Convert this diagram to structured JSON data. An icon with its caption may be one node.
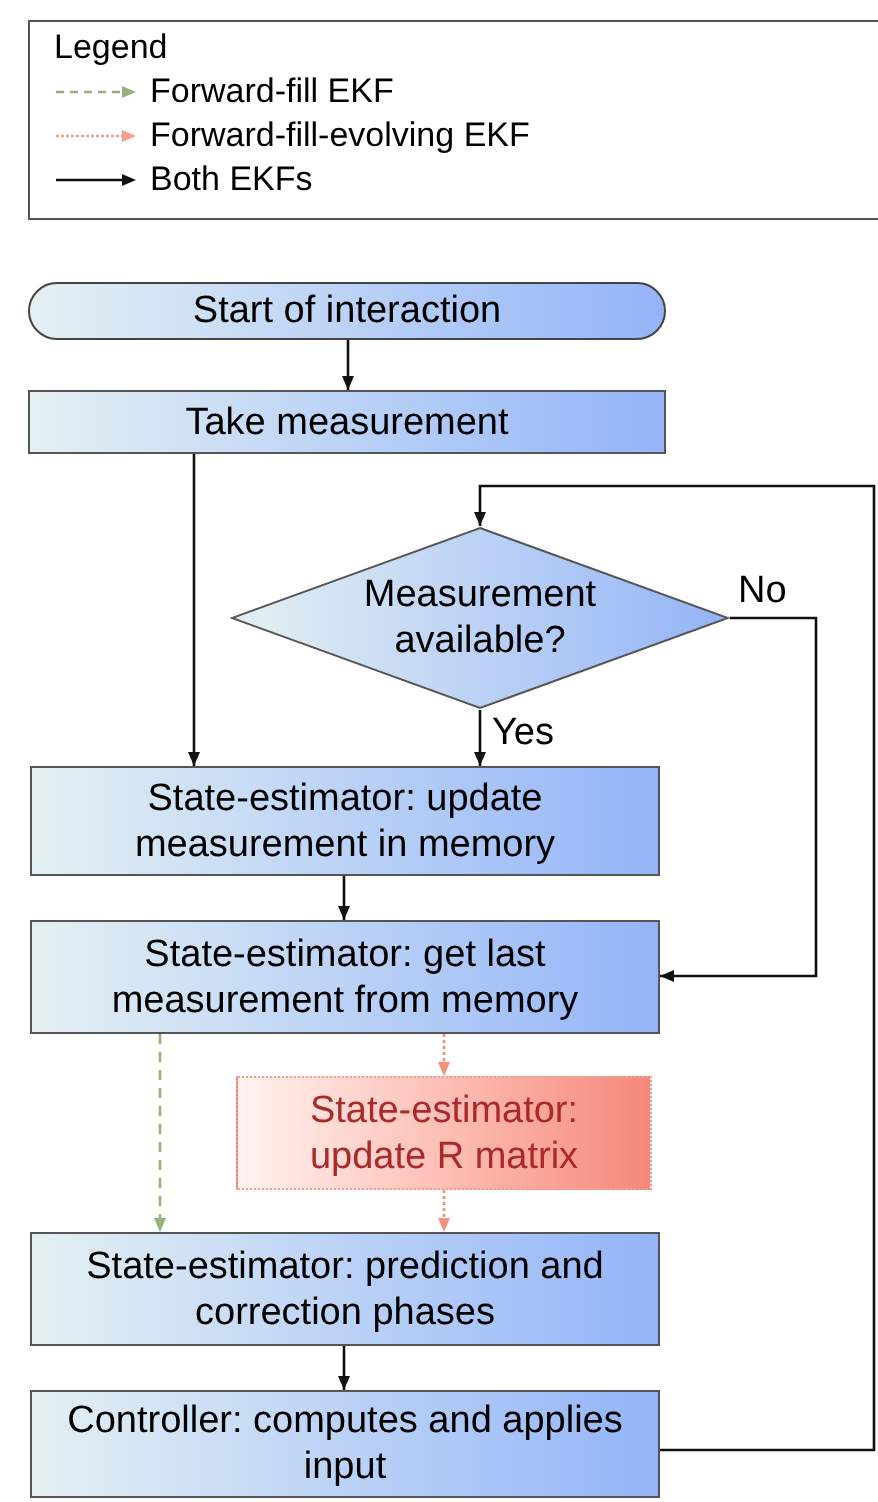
{
  "diagram": {
    "nodes": [
      {
        "text": [
          "Start of interaction"
        ]
      },
      {
        "text": [
          "Take measurement"
        ]
      },
      {
        "text": [
          "Measurement available?"
        ]
      },
      {
        "text": [
          "State-estimator: update measurement in memory"
        ]
      },
      {
        "text": [
          "State-estimator: get last measurement from memory"
        ]
      },
      {
        "text": [
          "State-estimator: update R matrix"
        ]
      },
      {
        "text": [
          "State-estimator: prediction and correction phases"
        ]
      },
      {
        "text": [
          "Controller: computes and applies input"
        ]
      }
    ],
    "edges": [
      {
        "from": 0,
        "to": 1,
        "arrow": "to"
      },
      {
        "from": 1,
        "to": 3,
        "arrow": "to"
      },
      {
        "from": 2,
        "to": 3,
        "arrow": "to",
        "label": "Yes"
      },
      {
        "from": 2,
        "to": 4,
        "arrow": "to",
        "label": "No"
      },
      {
        "from": 3,
        "to": 4,
        "arrow": "to"
      },
      {
        "from": 4,
        "to": 6,
        "arrow": "to",
        "style": "dashed",
        "color": "#98b07a"
      },
      {
        "from": 4,
        "to": 5,
        "arrow": "to",
        "style": "dashed",
        "color": "#f4907a"
      },
      {
        "from": 5,
        "to": 6,
        "arrow": "to",
        "style": "dashed",
        "color": "#f4907a"
      },
      {
        "from": 6,
        "to": 7,
        "arrow": "to"
      },
      {
        "from": 7,
        "to": 2,
        "arrow": "to"
      }
    ],
    "labels": [
      "Legend"
    ],
    "legend": [
      {
        "text": "Forward-fill EKF"
      },
      {
        "text": "Forward-fill-evolving EKF"
      },
      {
        "text": "Both EKFs"
      }
    ]
  }
}
